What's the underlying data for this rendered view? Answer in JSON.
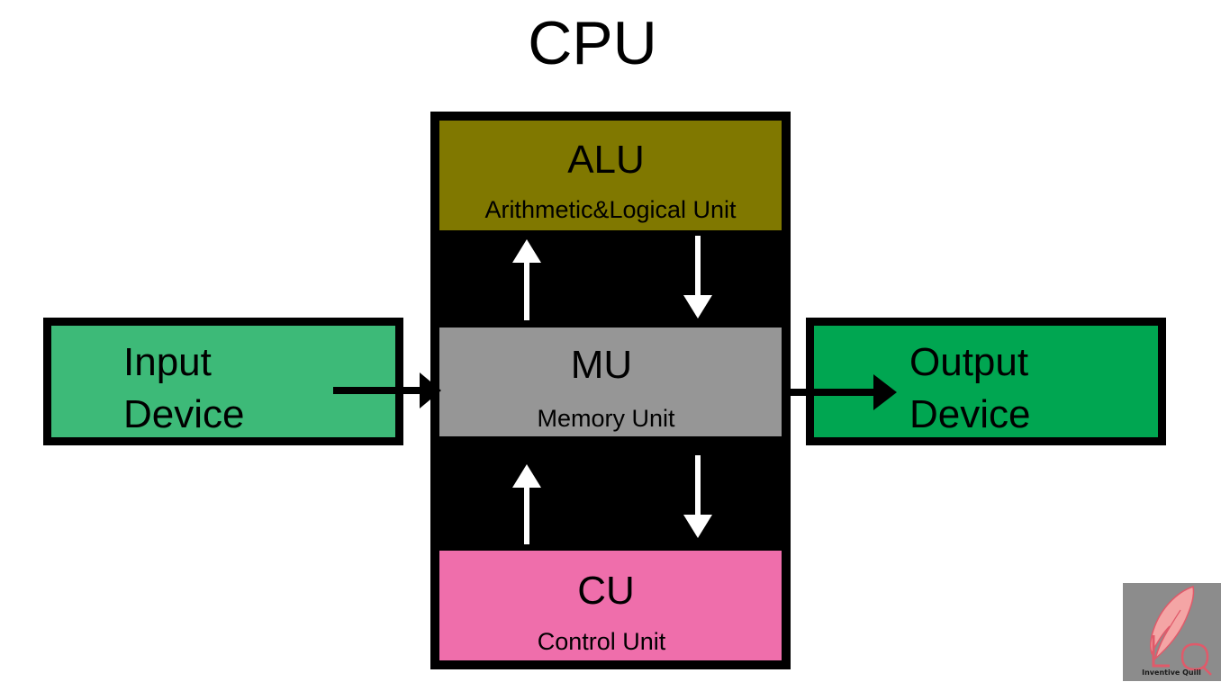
{
  "title": "CPU",
  "units": {
    "alu": {
      "abbr": "ALU",
      "full": "Arithmetic&Logical Unit",
      "color": "#807800"
    },
    "mu": {
      "abbr": "MU",
      "full": "Memory Unit",
      "color": "#969696"
    },
    "cu": {
      "abbr": "CU",
      "full": "Control Unit",
      "color": "#ef6eab"
    }
  },
  "input_device": {
    "line1": "Input",
    "line2": "Device",
    "color": "#3dba78"
  },
  "output_device": {
    "line1": "Output",
    "line2": "Device",
    "color": "#00a651"
  },
  "logo": {
    "text": "Inventive Quill",
    "icon": "quill-icon"
  }
}
